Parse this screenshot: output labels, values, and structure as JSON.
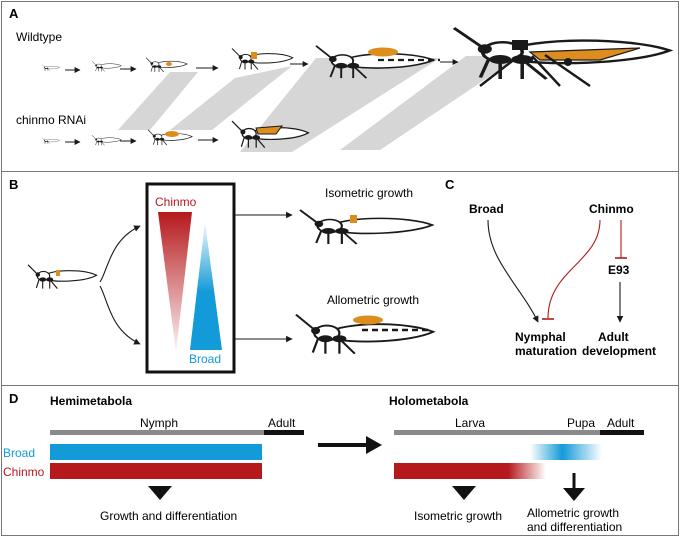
{
  "panelA": {
    "letter": "A",
    "row_wildtype": "Wildtype",
    "row_rnai": "chinmo RNAi"
  },
  "panelB": {
    "letter": "B",
    "chinmo_label": "Chinmo",
    "broad_label": "Broad",
    "iso_label": "Isometric growth",
    "allo_label": "Allometric growth"
  },
  "panelC": {
    "letter": "C",
    "broad": "Broad",
    "chinmo": "Chinmo",
    "e93": "E93",
    "nymphal_1": "Nymphal",
    "nymphal_2": "maturation",
    "adult_1": "Adult",
    "adult_2": "development"
  },
  "panelD": {
    "letter": "D",
    "hemi_title": "Hemimetabola",
    "holo_title": "Holometabola",
    "nymph": "Nymph",
    "adult_hemi": "Adult",
    "larva": "Larva",
    "pupa": "Pupa",
    "adult_holo": "Adult",
    "broad_row": "Broad",
    "chinmo_row": "Chinmo",
    "growth_diff": "Growth and differentiation",
    "iso": "Isometric growth",
    "allo_1": "Allometric growth",
    "allo_2": "and differentiation"
  },
  "colors": {
    "chinmo": "#b5191c",
    "broad": "#139ad8",
    "wing_orange": "#dd8c1e",
    "shadow_gray": "#d6d6d6",
    "stage_bar_gray": "#8a8a8a"
  },
  "icons": [
    "insect-icon",
    "arrow-icon",
    "inhibition-icon"
  ]
}
